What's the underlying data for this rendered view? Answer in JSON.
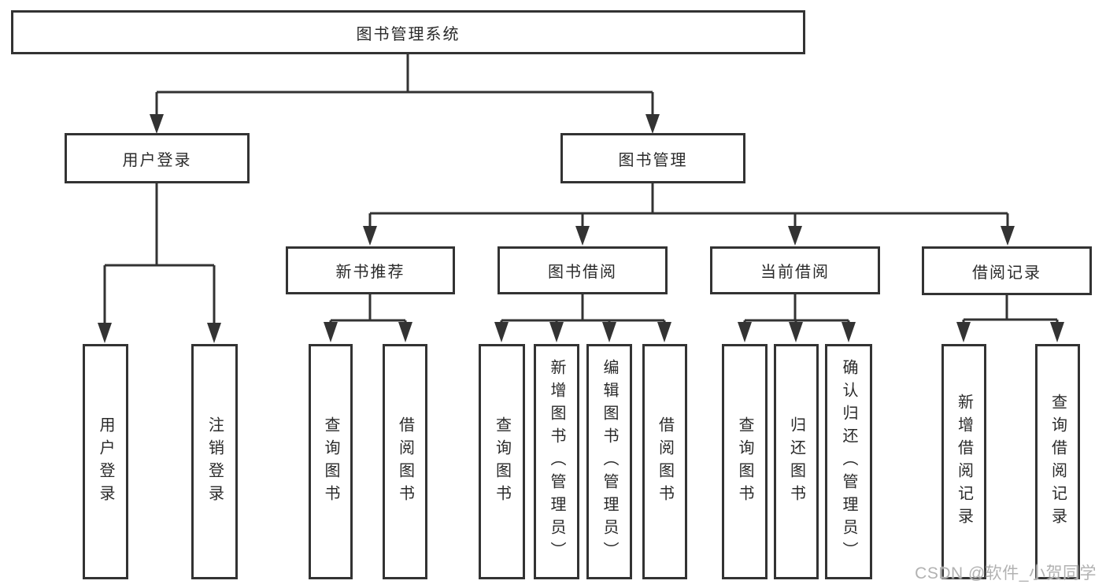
{
  "diagram": {
    "root": {
      "label": "图书管理系统"
    },
    "branches": [
      {
        "label": "用户登录",
        "children": [
          {
            "label": "用户登录"
          },
          {
            "label": "注销登录"
          }
        ]
      },
      {
        "label": "图书管理",
        "children": [
          {
            "label": "新书推荐",
            "children": [
              {
                "label": "查询图书"
              },
              {
                "label": "借阅图书"
              }
            ]
          },
          {
            "label": "图书借阅",
            "children": [
              {
                "label": "查询图书"
              },
              {
                "label": "新增图书（管理员）"
              },
              {
                "label": "编辑图书（管理员）"
              },
              {
                "label": "借阅图书"
              }
            ]
          },
          {
            "label": "当前借阅",
            "children": [
              {
                "label": "查询图书"
              },
              {
                "label": "归还图书"
              },
              {
                "label": "确认归还（管理员）"
              }
            ]
          },
          {
            "label": "借阅记录",
            "children": [
              {
                "label": "新增借阅记录"
              },
              {
                "label": "查询借阅记录"
              }
            ]
          }
        ]
      }
    ]
  },
  "watermark": {
    "text": "CSDN @软件_小贺同学"
  },
  "colors": {
    "line": "#333333",
    "text": "#2a2a2a",
    "background": "#ffffff",
    "watermark": "#b2b2b2"
  }
}
